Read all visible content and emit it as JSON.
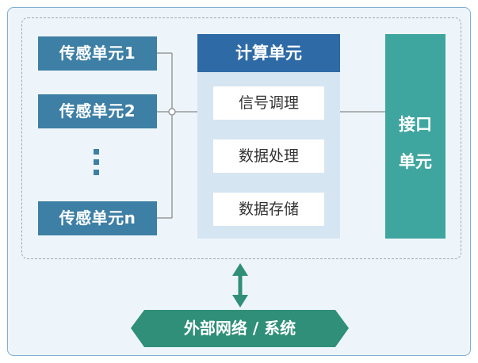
{
  "sensors": [
    {
      "label": "传感单元1"
    },
    {
      "label": "传感单元2"
    },
    {
      "label": "传感单元n"
    }
  ],
  "compute": {
    "title": "计算单元",
    "functions": [
      "信号调理",
      "数据处理",
      "数据存储"
    ]
  },
  "interface": {
    "line1": "接口",
    "line2": "单元"
  },
  "external": {
    "label": "外部网络 / 系统"
  },
  "colors": {
    "sensor": "#3d7fa5",
    "compute_title": "#2d6aa6",
    "compute_body": "#d6e5f2",
    "interface": "#3fa69f",
    "external": "#2f8f78",
    "arrow": "#2f8f78",
    "frame_bg": "#edf5fb"
  },
  "icons": {
    "sensor_ellipsis": "vertical-ellipsis-icon",
    "bidirectional_arrow": "double-arrow-vertical-icon"
  }
}
